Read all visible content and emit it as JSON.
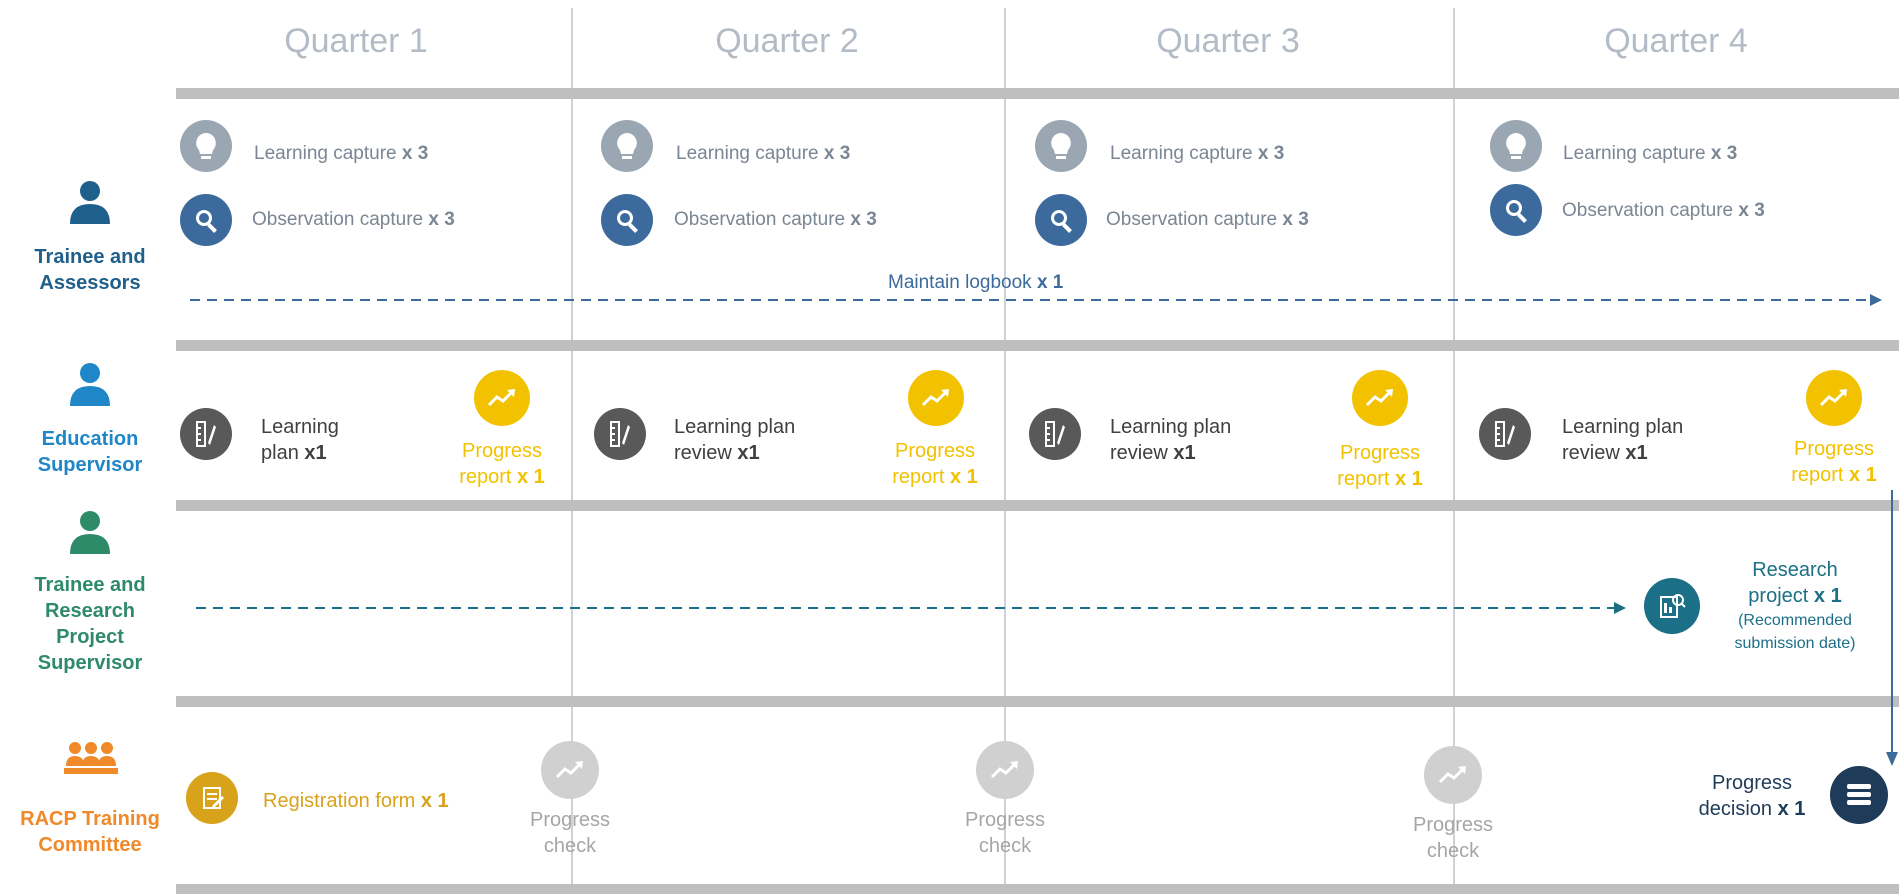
{
  "quarters": [
    "Quarter 1",
    "Quarter 2",
    "Quarter 3",
    "Quarter 4"
  ],
  "roles": {
    "trainee_assessors": {
      "line1": "Trainee and",
      "line2": "Assessors",
      "color": "#1f5f8b"
    },
    "education_supervisor": {
      "line1": "Education",
      "line2": "Supervisor",
      "color": "#1f86c8"
    },
    "research_supervisor": {
      "line1": "Trainee and",
      "line2": "Research",
      "line3": "Project",
      "line4": "Supervisor",
      "color": "#2e8b69"
    },
    "training_committee": {
      "line1": "RACP Training",
      "line2": "Committee",
      "color": "#f0892a"
    }
  },
  "captures": {
    "learning": {
      "text": "Learning capture ",
      "count": "x 3"
    },
    "observation": {
      "text": "Observation capture ",
      "count": "x 3"
    }
  },
  "logbook": {
    "text": "Maintain logbook ",
    "count": "x 1"
  },
  "learning_plan": {
    "q1_line1": "Learning",
    "q1_line2": "plan ",
    "q1_count": "x1",
    "review_line1": "Learning plan",
    "review_line2": "review ",
    "review_count": "x1"
  },
  "progress_report": {
    "line1": "Progress",
    "line2": "report ",
    "count": "x 1"
  },
  "research_project": {
    "line1": "Research",
    "line2": "project ",
    "count": "x 1",
    "note1": "(Recommended",
    "note2": "submission date)"
  },
  "registration_form": {
    "text": "Registration form ",
    "count": "x 1"
  },
  "progress_check": {
    "line1": "Progress",
    "line2": "check"
  },
  "progress_decision": {
    "line1": "Progress",
    "line2": "decision ",
    "count": "x 1"
  },
  "colors": {
    "grey_icon": "#9aa6b2",
    "blue_icon": "#3d6a9c",
    "dark_icon": "#595959",
    "gold": "#f2c200",
    "teal": "#1b6f86",
    "orange_icon": "#d9a21b",
    "light_grey": "#bfbfbf",
    "navy": "#1f3b5a"
  }
}
